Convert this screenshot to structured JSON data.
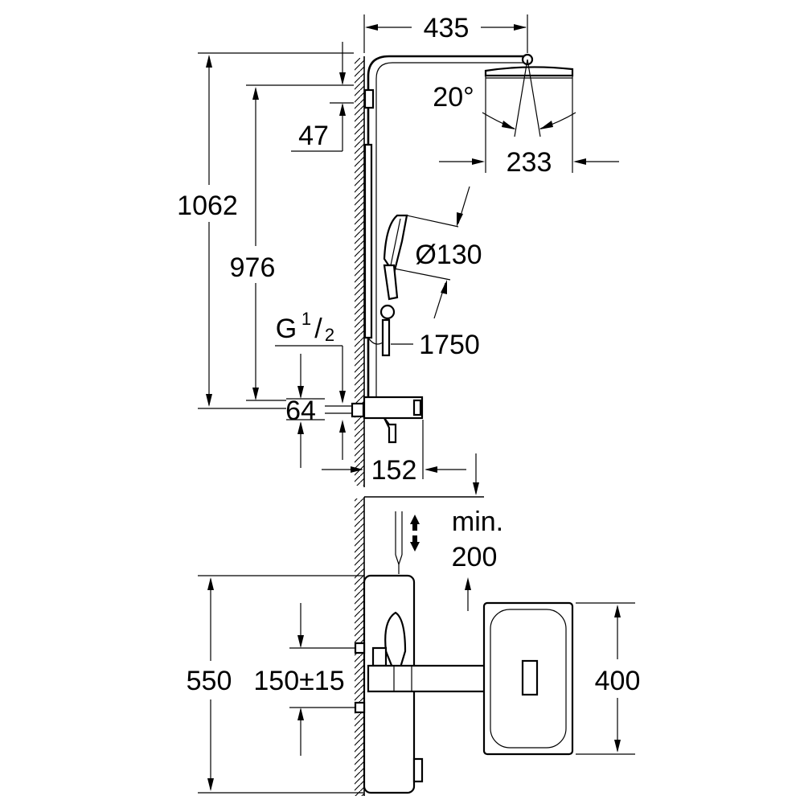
{
  "dimensions": {
    "width_435": "435",
    "angle": "20°",
    "head_233": "233",
    "offset_47": "47",
    "height_1062": "1062",
    "height_976": "976",
    "handshower_dia": "Ø130",
    "hose_1750": "1750",
    "thread_g": "G",
    "thread_num": "1",
    "thread_slash": "/",
    "thread_den": "2",
    "spacing_64": "64",
    "depth_152": "152",
    "min_label": "min.",
    "min_value": "200",
    "height_550": "550",
    "centres": "150±15",
    "head_400": "400"
  }
}
